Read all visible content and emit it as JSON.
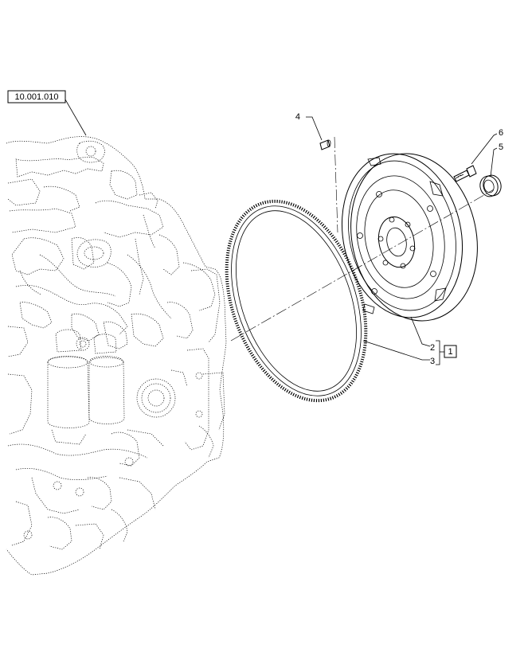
{
  "reference_box": {
    "label": "10.001.010"
  },
  "callouts": [
    {
      "id": "4",
      "label": "4"
    },
    {
      "id": "6",
      "label": "6"
    },
    {
      "id": "5",
      "label": "5"
    },
    {
      "id": "2",
      "label": "2"
    },
    {
      "id": "3",
      "label": "3"
    }
  ],
  "kit_box": {
    "label": "1"
  }
}
